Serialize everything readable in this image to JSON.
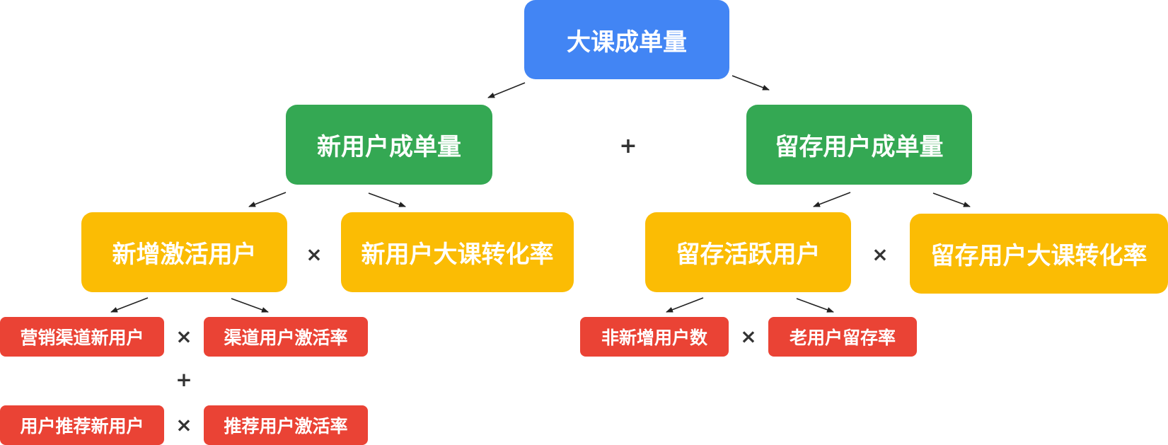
{
  "root": {
    "label": "大课成单量"
  },
  "level1": {
    "new_user_orders": "新用户成单量",
    "retained_user_orders": "留存用户成单量",
    "operator": "+"
  },
  "level2": {
    "new_activated_users": "新增激活用户",
    "new_user_conversion": "新用户大课转化率",
    "retained_active_users": "留存活跃用户",
    "retained_user_conversion": "留存用户大课转化率",
    "left_operator": "×",
    "right_operator": "×"
  },
  "level3": {
    "marketing_channel_new_users": "营销渠道新用户",
    "channel_user_activation_rate": "渠道用户激活率",
    "referral_new_users": "用户推荐新用户",
    "referral_user_activation_rate": "推荐用户激活率",
    "non_new_users": "非新增用户数",
    "old_user_retention_rate": "老用户留存率",
    "row1_operator": "×",
    "plus_operator": "+",
    "row2_operator": "×",
    "right_operator": "×"
  },
  "colors": {
    "root": "#4285f4",
    "level1": "#34a853",
    "level2": "#fbbc04",
    "level3": "#ea4335",
    "arrow": "#222222"
  }
}
